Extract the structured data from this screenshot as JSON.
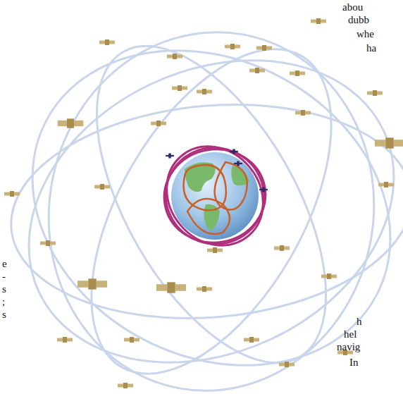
{
  "diagram": {
    "labels": [
      "abou",
      "dubb",
      "whe",
      "ha",
      "e",
      "-",
      "s",
      ";",
      "s",
      "h",
      "hel",
      "navig",
      "In"
    ]
  }
}
